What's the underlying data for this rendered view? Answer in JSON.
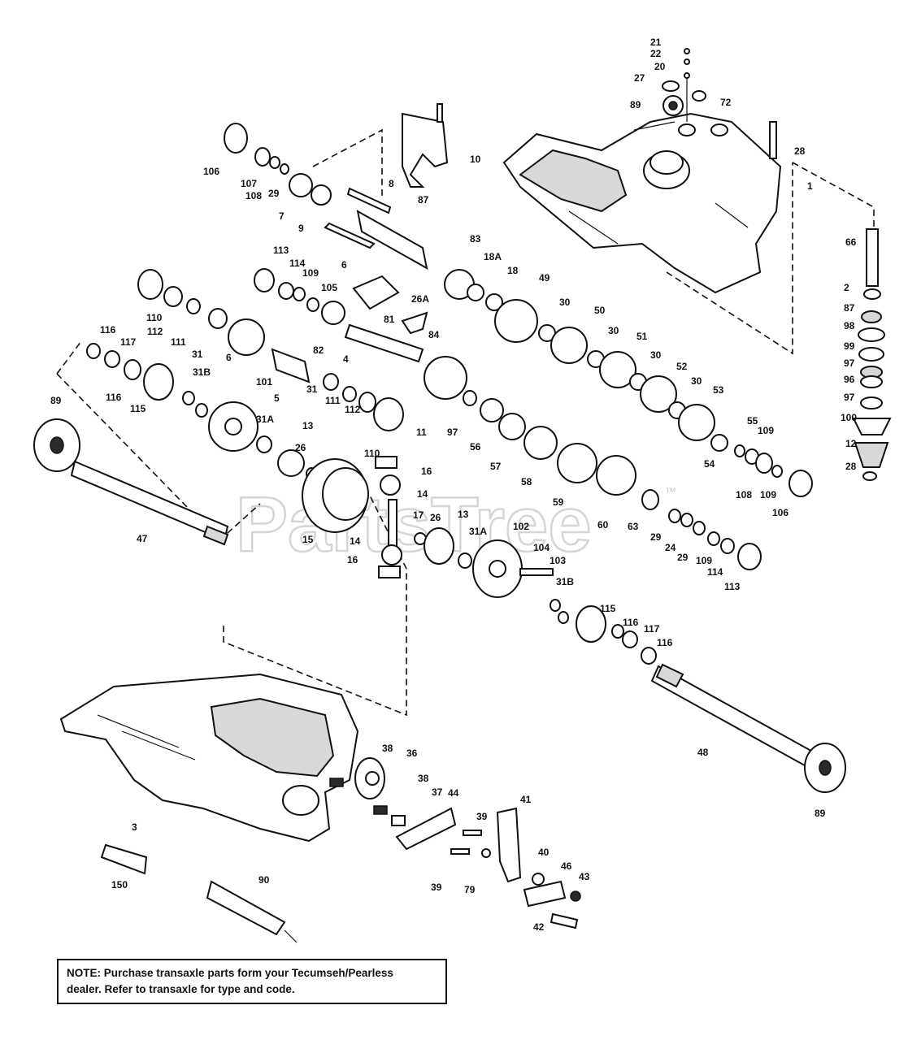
{
  "watermark": {
    "text": "PartsTree",
    "trademark": "™"
  },
  "note": {
    "line1": "NOTE:  Purchase transaxle parts form your Tecumseh/Pearless",
    "line2": "dealer.  Refer to transaxle for type and code."
  },
  "callouts": [
    {
      "id": "c21",
      "text": "21"
    },
    {
      "id": "c22",
      "text": "22"
    },
    {
      "id": "c20",
      "text": "20"
    },
    {
      "id": "c27",
      "text": "27"
    },
    {
      "id": "c72",
      "text": "72"
    },
    {
      "id": "c89a",
      "text": "89"
    },
    {
      "id": "c28a",
      "text": "28"
    },
    {
      "id": "c1",
      "text": "1"
    },
    {
      "id": "c66",
      "text": "66"
    },
    {
      "id": "c2",
      "text": "2"
    },
    {
      "id": "c87a",
      "text": "87"
    },
    {
      "id": "c98",
      "text": "98"
    },
    {
      "id": "c99",
      "text": "99"
    },
    {
      "id": "c97a",
      "text": "97"
    },
    {
      "id": "c96",
      "text": "96"
    },
    {
      "id": "c97b",
      "text": "97"
    },
    {
      "id": "c100",
      "text": "100"
    },
    {
      "id": "c12",
      "text": "12"
    },
    {
      "id": "c28b",
      "text": "28"
    },
    {
      "id": "c10",
      "text": "10"
    },
    {
      "id": "c106a",
      "text": "106"
    },
    {
      "id": "c107",
      "text": "107"
    },
    {
      "id": "c108a",
      "text": "108"
    },
    {
      "id": "c29a",
      "text": "29"
    },
    {
      "id": "c7",
      "text": "7"
    },
    {
      "id": "c9",
      "text": "9"
    },
    {
      "id": "c8",
      "text": "8"
    },
    {
      "id": "c87b",
      "text": "87"
    },
    {
      "id": "c6a",
      "text": "6"
    },
    {
      "id": "c83a",
      "text": "83"
    },
    {
      "id": "c18A",
      "text": "18A"
    },
    {
      "id": "c18",
      "text": "18"
    },
    {
      "id": "c49",
      "text": "49"
    },
    {
      "id": "c113a",
      "text": "113"
    },
    {
      "id": "c114a",
      "text": "114"
    },
    {
      "id": "c109a",
      "text": "109"
    },
    {
      "id": "c105",
      "text": "105"
    },
    {
      "id": "c26A",
      "text": "26A"
    },
    {
      "id": "c81",
      "text": "81"
    },
    {
      "id": "c84",
      "text": "84"
    },
    {
      "id": "c30a",
      "text": "30"
    },
    {
      "id": "c50",
      "text": "50"
    },
    {
      "id": "c30b",
      "text": "30"
    },
    {
      "id": "c51",
      "text": "51"
    },
    {
      "id": "c30c",
      "text": "30"
    },
    {
      "id": "c52",
      "text": "52"
    },
    {
      "id": "c30d",
      "text": "30"
    },
    {
      "id": "c53",
      "text": "53"
    },
    {
      "id": "c110a",
      "text": "110"
    },
    {
      "id": "c112a",
      "text": "112"
    },
    {
      "id": "c111a",
      "text": "111"
    },
    {
      "id": "c31a",
      "text": "31"
    },
    {
      "id": "c6b",
      "text": "6"
    },
    {
      "id": "c82",
      "text": "82"
    },
    {
      "id": "c4",
      "text": "4"
    },
    {
      "id": "c116a",
      "text": "116"
    },
    {
      "id": "c117a",
      "text": "117"
    },
    {
      "id": "c116b",
      "text": "116"
    },
    {
      "id": "c115a",
      "text": "115"
    },
    {
      "id": "c31Ba",
      "text": "31B"
    },
    {
      "id": "c101",
      "text": "101"
    },
    {
      "id": "c5",
      "text": "5"
    },
    {
      "id": "c31b",
      "text": "31"
    },
    {
      "id": "c111b",
      "text": "111"
    },
    {
      "id": "c112b",
      "text": "112"
    },
    {
      "id": "c110b",
      "text": "110"
    },
    {
      "id": "c11",
      "text": "11"
    },
    {
      "id": "c97c",
      "text": "97"
    },
    {
      "id": "c56",
      "text": "56"
    },
    {
      "id": "c57",
      "text": "57"
    },
    {
      "id": "c58",
      "text": "58"
    },
    {
      "id": "c55",
      "text": "55"
    },
    {
      "id": "c109b",
      "text": "109"
    },
    {
      "id": "c54",
      "text": "54"
    },
    {
      "id": "c108b",
      "text": "108"
    },
    {
      "id": "c109c",
      "text": "109"
    },
    {
      "id": "c106b",
      "text": "106"
    },
    {
      "id": "c89b",
      "text": "89"
    },
    {
      "id": "c31Aa",
      "text": "31A"
    },
    {
      "id": "c13a",
      "text": "13"
    },
    {
      "id": "c26a",
      "text": "26"
    },
    {
      "id": "c16a",
      "text": "16"
    },
    {
      "id": "c14a",
      "text": "14"
    },
    {
      "id": "c59",
      "text": "59"
    },
    {
      "id": "c60",
      "text": "60"
    },
    {
      "id": "c63",
      "text": "63"
    },
    {
      "id": "c29b",
      "text": "29"
    },
    {
      "id": "c24",
      "text": "24"
    },
    {
      "id": "c29c",
      "text": "29"
    },
    {
      "id": "c109d",
      "text": "109"
    },
    {
      "id": "c114b",
      "text": "114"
    },
    {
      "id": "c113b",
      "text": "113"
    },
    {
      "id": "c47",
      "text": "47"
    },
    {
      "id": "c15",
      "text": "15"
    },
    {
      "id": "c17",
      "text": "17"
    },
    {
      "id": "c26b",
      "text": "26"
    },
    {
      "id": "c13b",
      "text": "13"
    },
    {
      "id": "c31Ab",
      "text": "31A"
    },
    {
      "id": "c102",
      "text": "102"
    },
    {
      "id": "c104",
      "text": "104"
    },
    {
      "id": "c103",
      "text": "103"
    },
    {
      "id": "c14b",
      "text": "14"
    },
    {
      "id": "c16b",
      "text": "16"
    },
    {
      "id": "c31Bb",
      "text": "31B"
    },
    {
      "id": "c115b",
      "text": "115"
    },
    {
      "id": "c116c",
      "text": "116"
    },
    {
      "id": "c117b",
      "text": "117"
    },
    {
      "id": "c116d",
      "text": "116"
    },
    {
      "id": "c48",
      "text": "48"
    },
    {
      "id": "c89c",
      "text": "89"
    },
    {
      "id": "c3",
      "text": "3"
    },
    {
      "id": "c38a",
      "text": "38"
    },
    {
      "id": "c36",
      "text": "36"
    },
    {
      "id": "c38b",
      "text": "38"
    },
    {
      "id": "c37",
      "text": "37"
    },
    {
      "id": "c44",
      "text": "44"
    },
    {
      "id": "c41",
      "text": "41"
    },
    {
      "id": "c39a",
      "text": "39"
    },
    {
      "id": "c150",
      "text": "150"
    },
    {
      "id": "c90",
      "text": "90"
    },
    {
      "id": "c39b",
      "text": "39"
    },
    {
      "id": "c79",
      "text": "79"
    },
    {
      "id": "c40",
      "text": "40"
    },
    {
      "id": "c46",
      "text": "46"
    },
    {
      "id": "c43",
      "text": "43"
    },
    {
      "id": "c42",
      "text": "42"
    }
  ]
}
